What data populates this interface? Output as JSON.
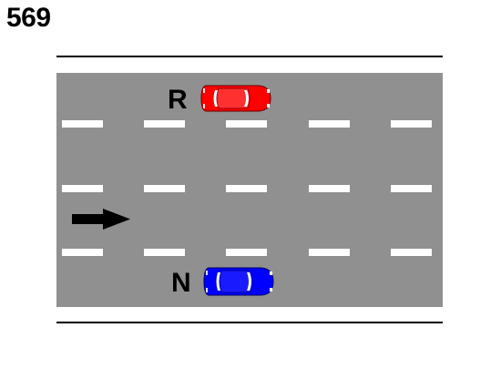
{
  "question_number": "569",
  "colors": {
    "road": "#909090",
    "lane_marking": "#ffffff",
    "edge_line": "#000000",
    "arrow": "#000000",
    "car_r_body": "#ff0000",
    "car_n_body": "#0000ff"
  },
  "direction": "right",
  "cars": [
    {
      "label": "R",
      "color_name": "red",
      "lane": 1
    },
    {
      "label": "N",
      "color_name": "blue",
      "lane": 4
    }
  ],
  "lanes": 4
}
